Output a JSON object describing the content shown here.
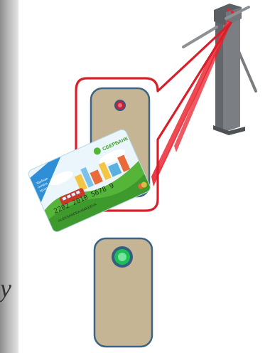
{
  "colors": {
    "reader_body": "#c6b594",
    "reader_border": "#3b6485",
    "callout_red": "#d8202a",
    "laser_red": "#e8232f",
    "indicator_red": "#c4203a",
    "indicator_green": "#1cbf56",
    "turnstile_grey": "#6c6f73",
    "card_green": "#55b539"
  },
  "icons": {
    "reader": "nfc-reader-icon",
    "turnstile": "turnstile-icon",
    "card": "bank-card-icon"
  },
  "edge_fragment": "y",
  "card": {
    "brand": "СБЕРБАНК",
    "number": "2202 2010 5678 9",
    "holder": "ALEKSANDRA MAKEEVA",
    "tagline_1": "Удобная",
    "tagline_2": "оплата",
    "tagline_3": "проезда"
  }
}
